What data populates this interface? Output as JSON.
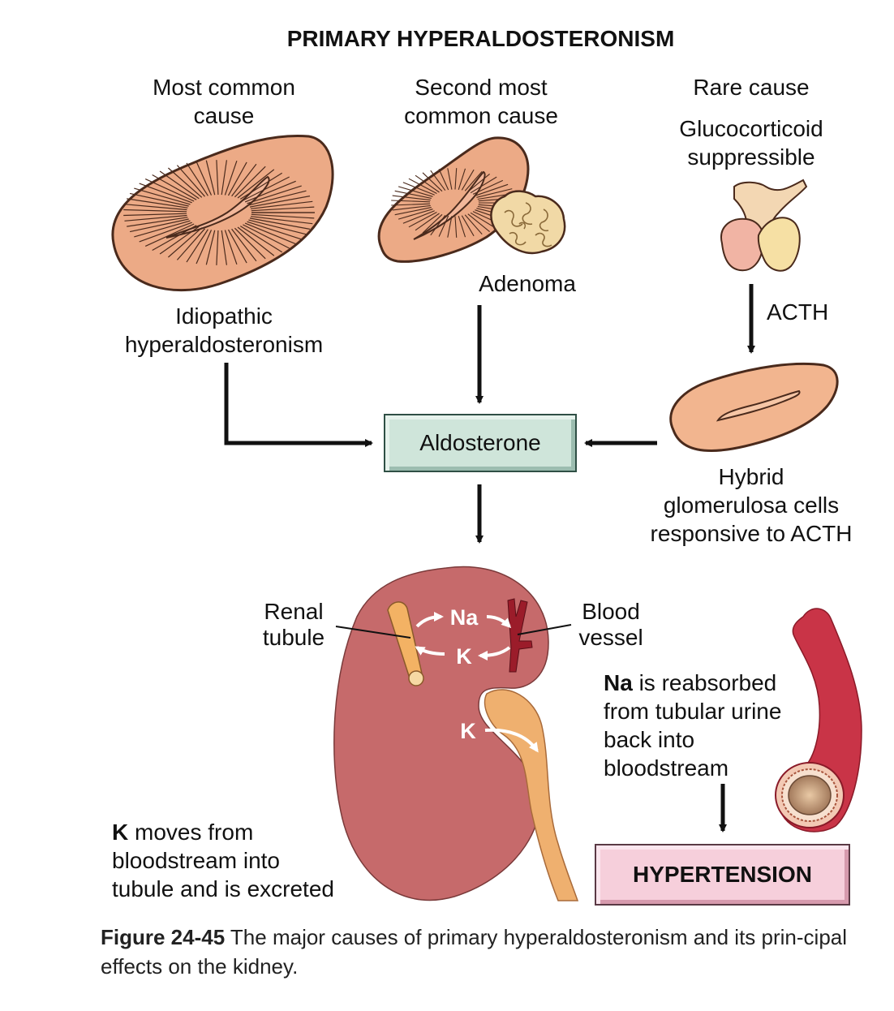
{
  "title": "PRIMARY HYPERALDOSTERONISM",
  "causes": {
    "most_common": {
      "heading": [
        "Most common",
        "cause"
      ],
      "label": [
        "Idiopathic",
        "hyperaldosteronism"
      ]
    },
    "second": {
      "heading": [
        "Second most",
        "common cause"
      ],
      "label": "Adenoma"
    },
    "rare": {
      "heading": "Rare cause",
      "subheading": [
        "Glucocorticoid",
        "suppressible"
      ],
      "arrow_label": "ACTH",
      "label": [
        "Hybrid",
        "glomerulosa cells",
        "responsive to ACTH"
      ]
    }
  },
  "aldosterone_box": "Aldosterone",
  "kidney": {
    "renal_tubule": [
      "Renal",
      "tubule"
    ],
    "blood_vessel": [
      "Blood",
      "vessel"
    ],
    "na": "Na",
    "k_upper": "K",
    "k_lower": "K"
  },
  "notes": {
    "na_note": {
      "bold": "Na",
      "rest": " is reabsorbed",
      "lines": [
        "from tubular urine",
        "back into",
        "bloodstream"
      ]
    },
    "k_note": {
      "bold": "K",
      "rest": " moves from",
      "lines": [
        "bloodstream into",
        "tubule and is excreted"
      ]
    }
  },
  "hypertension_box": "HYPERTENSION",
  "caption": {
    "figure": "Figure 24-45",
    "text": " The major causes of primary hyperaldosteronism and its prin-cipal effects on the kidney."
  },
  "colors": {
    "adrenal": "#ecaa86",
    "adrenal_stroke": "#4a2a1c",
    "adenoma": "#f1d9a6",
    "kidney": "#c66a6b",
    "ureter": "#efb06f",
    "vessel": "#c93447",
    "aldosterone_box": "#cfe5da",
    "hypertension_box": "#f6cfdb"
  }
}
